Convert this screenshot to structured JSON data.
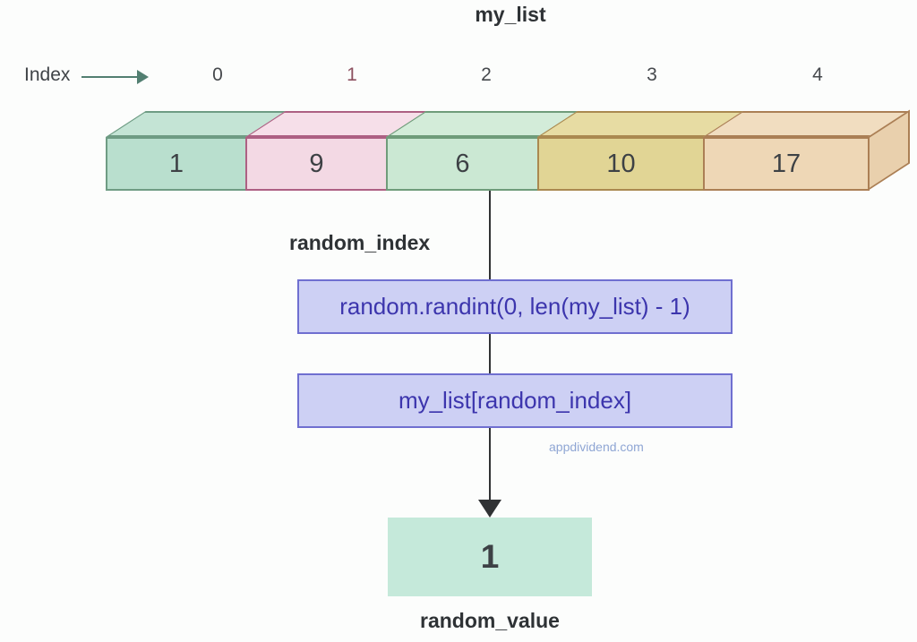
{
  "title": "my_list",
  "index_row": {
    "label": "Index",
    "indices": [
      "0",
      "1",
      "2",
      "3",
      "4"
    ]
  },
  "array_cells": [
    {
      "value": "1"
    },
    {
      "value": "9"
    },
    {
      "value": "6"
    },
    {
      "value": "10"
    },
    {
      "value": "17"
    }
  ],
  "flow": {
    "random_index_label": "random_index",
    "randint_expression": "random.randint(0, len(my_list) - 1)",
    "access_expression": "my_list[random_index]",
    "watermark": "appdividend.com",
    "result_value": "1",
    "result_label": "random_value"
  },
  "colors": {
    "cell_teal": "#b9dfce",
    "cell_pink": "#f3d9e4",
    "cell_green": "#cbe8d3",
    "cell_khaki": "#e1d595",
    "cell_tan": "#eed7b6",
    "cell_border_green": "#6f9c84",
    "cell_border_pink": "#ad6083",
    "cell_border_brown": "#ab7f55",
    "code_box_bg": "#cdd0f4",
    "code_box_border": "#6f6fd0",
    "code_text": "#3c35ad",
    "result_box_bg": "#c5e9da",
    "index_arrow": "#527f71",
    "flow_arrow": "#303234"
  }
}
